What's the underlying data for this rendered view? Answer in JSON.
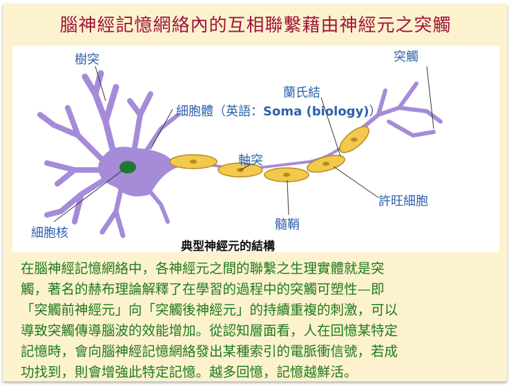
{
  "title": "腦神經記憶網絡內的互相聯繫藉由神經元之突觸",
  "diagram": {
    "labels": {
      "dendrite": "樹突",
      "synapse": "突觸",
      "node_of_ranvier": "蘭氏結",
      "soma": "細胞體（英語：",
      "soma_en": "Soma (biology)",
      "soma_close": "）",
      "axon": "軸突",
      "schwann_cell": "許旺細胞",
      "nucleus": "細胞核",
      "myelin": "髓鞘"
    },
    "caption": "典型神經元的結構",
    "colors": {
      "cell": "#a58bd8",
      "nucleus": "#1e7a32",
      "myelin": "#f2c94c",
      "label": "#2e5fa8"
    }
  },
  "body_lines": [
    "在腦神經記憶網絡中，各神經元之間的聯繫之生理實體就是突",
    "觸，著名的赫布理論解釋了在學習的過程中的突觸可塑性—即",
    "「突觸前神經元」向「突觸後神經元」的持續重複的刺激，可以",
    "導致突觸傳導腦波的效能增加。從認知層面看，人在回憶某特定",
    "記憶時，會向腦神經記憶網絡發出某種索引的電脈衝信號，若成",
    "功找到，則會增強此特定記憶。越多回憶，記憶越鮮活。"
  ]
}
